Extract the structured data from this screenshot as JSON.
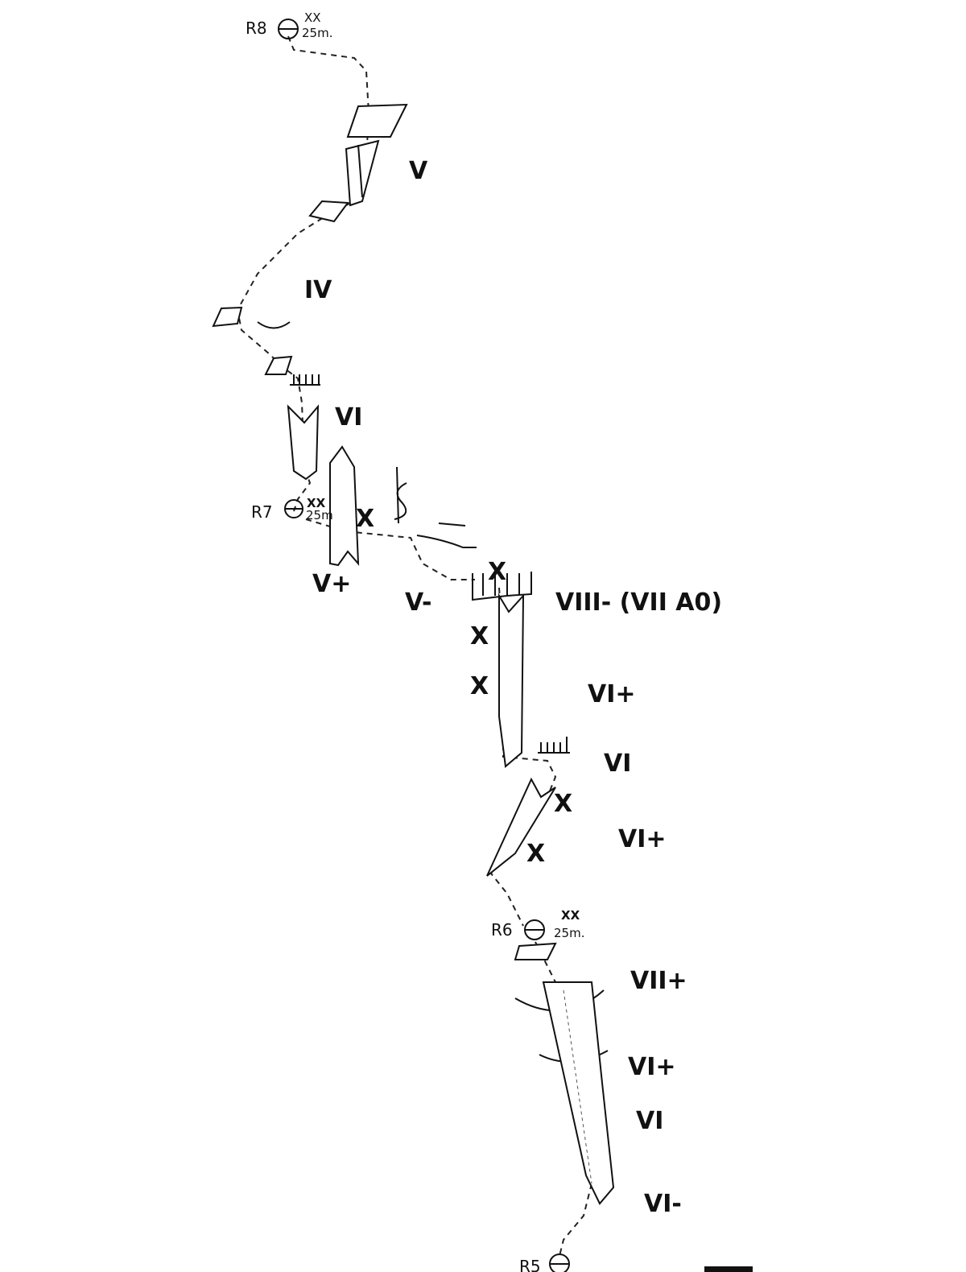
{
  "title": "Climbing route topo (hand-drawn)",
  "belays": [
    {
      "label": "R8",
      "bolts": "XX",
      "length": "25m."
    },
    {
      "label": "R7",
      "bolts": "XX",
      "length": "25m"
    },
    {
      "label": "R6",
      "bolts": "XX",
      "length": "25m."
    },
    {
      "label": "R5"
    }
  ],
  "grades": {
    "g1": "V",
    "g2": "IV",
    "g3": "VI",
    "g4": "V+",
    "g5": "V-",
    "g6": "VIII- (VII A0)",
    "g7": "VI+",
    "g8": "VI",
    "g9": "VI+",
    "g10": "VII+",
    "g11": "VI+",
    "g12": "VI",
    "g13": "VI-"
  },
  "bolt_mark": "X",
  "colors": {
    "ink": "#111111",
    "background": "#ffffff"
  }
}
